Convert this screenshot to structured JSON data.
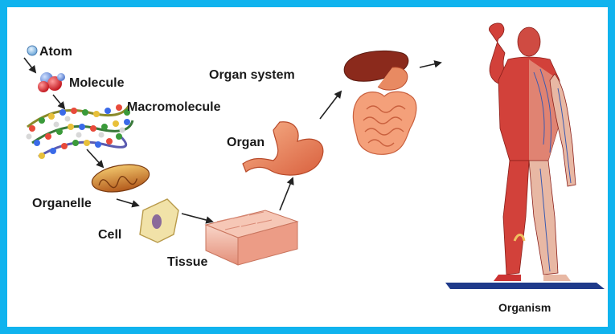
{
  "labels": {
    "atom": "Atom",
    "molecule": "Molecule",
    "macromolecule": "Macromolecule",
    "organelle": "Organelle",
    "cell": "Cell",
    "tissue": "Tissue",
    "organ": "Organ",
    "organ_system": "Organ system",
    "organism": "Organism"
  },
  "colors": {
    "frame": "#10b3ee",
    "arrow": "#222222",
    "muscle": "#d2413a",
    "tissue": "#f2b8a6",
    "stomach": "#f08a6a",
    "liver": "#8b2a1c",
    "intestine": "#f4a07a"
  }
}
